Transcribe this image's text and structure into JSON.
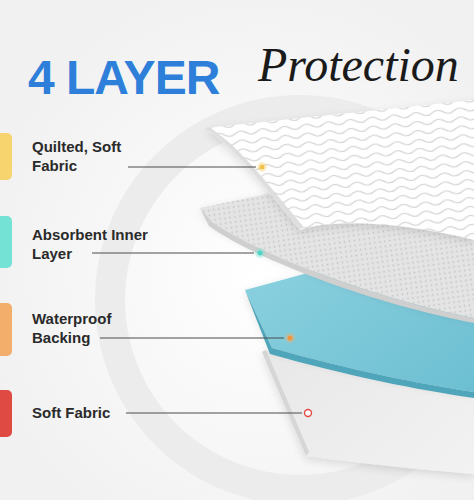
{
  "diagram": {
    "title": "4 LAYER",
    "labels": [
      "Protection",
      "Quilted, Soft Fabric",
      "Absorbent Inner Layer",
      "Waterproof Backing",
      "Soft Fabric"
    ]
  }
}
